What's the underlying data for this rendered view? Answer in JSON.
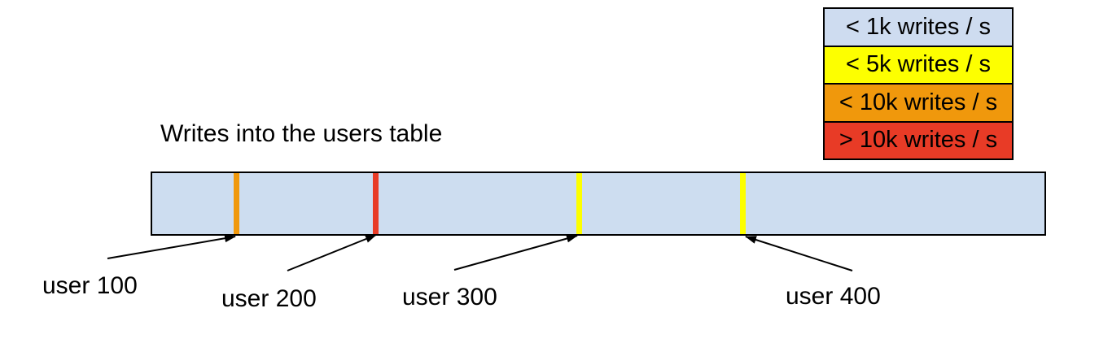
{
  "title": "Writes into the users table",
  "legend": {
    "items": [
      {
        "label": "< 1k writes / s",
        "color": "#cedcf0"
      },
      {
        "label": "< 5k writes / s",
        "color": "#fdff00"
      },
      {
        "label": "< 10k writes / s",
        "color": "#f0980c"
      },
      {
        "label": "> 10k writes / s",
        "color": "#e83b26"
      }
    ]
  },
  "bar": {
    "fill_color": "#cdddf0",
    "border_color": "#000000"
  },
  "markers": [
    {
      "label": "user 100",
      "rate": "< 10k writes / s",
      "color": "#f0980c"
    },
    {
      "label": "user 200",
      "rate": "> 10k writes / s",
      "color": "#e83b26"
    },
    {
      "label": "user 300",
      "rate": "< 5k writes / s",
      "color": "#fdff00"
    },
    {
      "label": "user 400",
      "rate": "< 5k writes / s",
      "color": "#fdff00"
    }
  ]
}
